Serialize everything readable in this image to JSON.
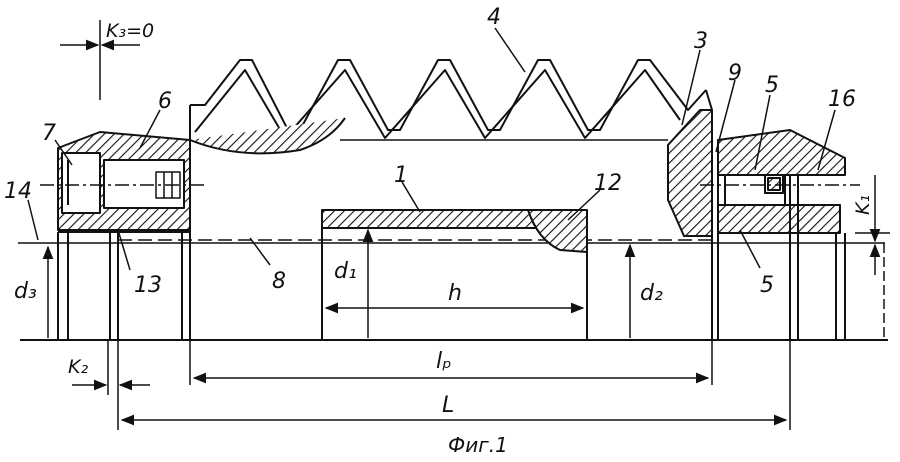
{
  "figure": {
    "caption": "Фиг.1",
    "part_numbers": {
      "p1": "1",
      "p3": "3",
      "p4": "4",
      "p5a": "5",
      "p5b": "5",
      "p6": "6",
      "p7": "7",
      "p8": "8",
      "p9": "9",
      "p12": "12",
      "p13": "13",
      "p14": "14",
      "p16": "16"
    },
    "dimensions": {
      "k3": "K₃=0",
      "k2": "K₂",
      "k1": "K₁",
      "d3": "d₃",
      "d1": "d₁",
      "d2": "d₂",
      "h": "h",
      "lp": "lₚ",
      "L": "L"
    }
  }
}
